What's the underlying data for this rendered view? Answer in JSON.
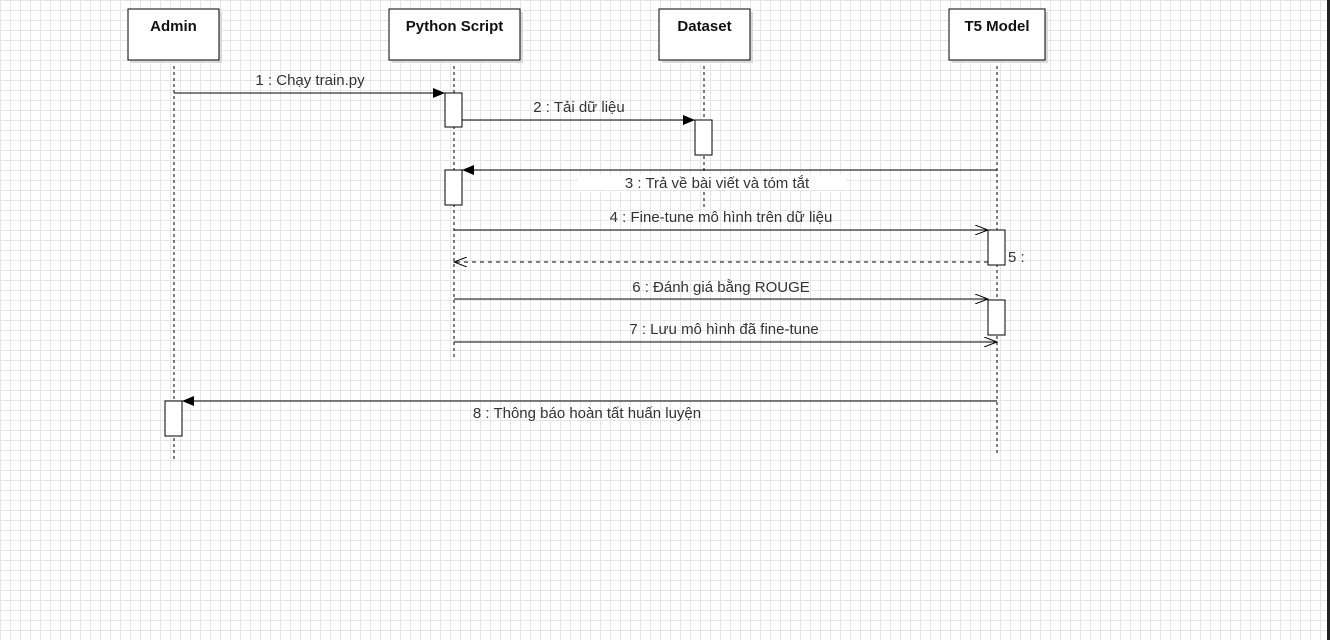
{
  "participants": [
    {
      "id": "admin",
      "label": "Admin"
    },
    {
      "id": "script",
      "label": "Python Script"
    },
    {
      "id": "dataset",
      "label": "Dataset"
    },
    {
      "id": "t5",
      "label": "T5 Model"
    }
  ],
  "messages": [
    {
      "id": "m1",
      "label": "1 : Chạy train.py"
    },
    {
      "id": "m2",
      "label": "2 : Tải dữ liệu"
    },
    {
      "id": "m3",
      "label": "3 : Trả về bài viết  và tóm tắt"
    },
    {
      "id": "m4",
      "label": "4 : Fine-tune mô hình trên dữ liệu"
    },
    {
      "id": "m5",
      "label": "5 :"
    },
    {
      "id": "m6",
      "label": "6 : Đánh giá bằng ROUGE"
    },
    {
      "id": "m7",
      "label": "7 : Lưu mô hình đã fine-tune"
    },
    {
      "id": "m8",
      "label": "8 : Thông báo hoàn tất huấn luyện"
    }
  ]
}
